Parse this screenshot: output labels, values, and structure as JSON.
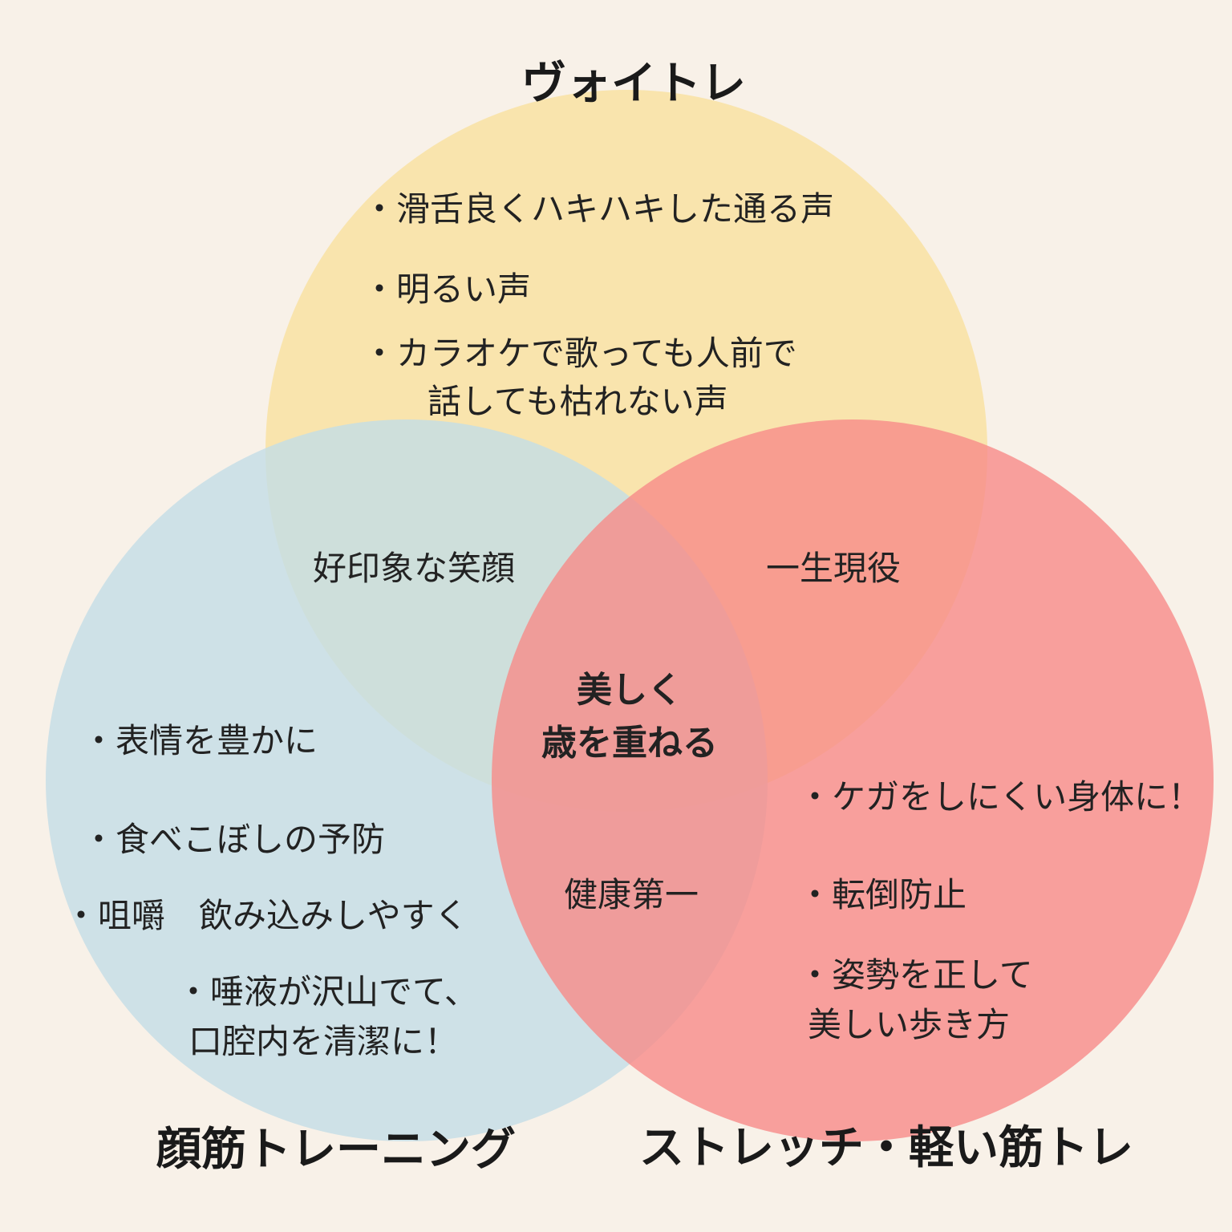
{
  "colors": {
    "background": "#f8f1e8",
    "voice": "#f9e4ad",
    "face": "#c3dde6",
    "stretch": "#f88b88"
  },
  "sets": {
    "voice": {
      "title": "ヴォイトレ",
      "items": [
        "・滑舌良くハキハキした通る声",
        "・明るい声",
        "・カラオケで歌っても人前で",
        "話しても枯れない声"
      ]
    },
    "face": {
      "title": "顔筋トレーニング",
      "items": [
        "・表情を豊かに",
        "・食べこぼしの予防",
        "・咀嚼　飲み込みしやすく",
        "・唾液が沢山でて、",
        "口腔内を清潔に！"
      ]
    },
    "stretch": {
      "title": "ストレッチ・軽い筋トレ",
      "items": [
        "・ケガをしにくい身体に！",
        "・転倒防止",
        "・姿勢を正して",
        "美しい歩き方"
      ]
    }
  },
  "intersections": {
    "voice_face": "好印象な笑顔",
    "voice_stretch": "一生現役",
    "face_stretch": "健康第一",
    "all": [
      "美しく",
      "歳を重ねる"
    ]
  }
}
